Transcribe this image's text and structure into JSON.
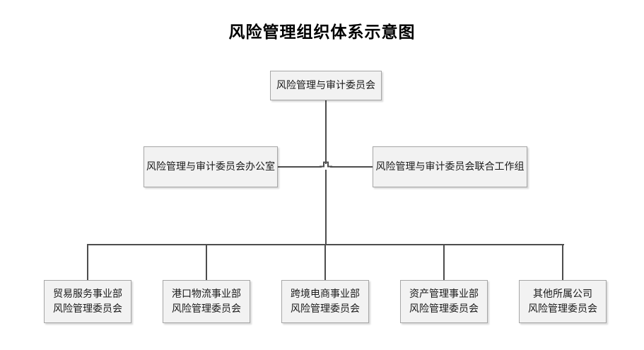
{
  "title": "风险管理组织体系示意图",
  "nodes": {
    "top": {
      "label": "风险管理与审计委员会"
    },
    "office": {
      "label": "风险管理与审计委员会办公室"
    },
    "workgroup": {
      "label": "风险管理与审计委员会联合工作组"
    }
  },
  "leaves": [
    {
      "line1": "贸易服务事业部",
      "line2": "风险管理委员会"
    },
    {
      "line1": "港口物流事业部",
      "line2": "风险管理委员会"
    },
    {
      "line1": "跨境电商事业部",
      "line2": "风险管理委员会"
    },
    {
      "line1": "资产管理事业部",
      "line2": "风险管理委员会"
    },
    {
      "line1": "其他所属公司",
      "line2": "风险管理委员会"
    }
  ],
  "colors": {
    "box_fill": "#f2f2f2",
    "box_border": "#a6a6a6",
    "connector": "#4d4d4d",
    "text": "#1a1a1a",
    "background": "#ffffff"
  },
  "chart_data": {
    "type": "diagram",
    "title": "风险管理组织体系示意图",
    "structure": "organization-tree",
    "levels": [
      {
        "level": 1,
        "nodes": [
          "风险管理与审计委员会"
        ]
      },
      {
        "level": 2,
        "nodes": [
          "风险管理与审计委员会办公室",
          "风险管理与审计委员会联合工作组"
        ]
      },
      {
        "level": 3,
        "nodes": [
          "贸易服务事业部风险管理委员会",
          "港口物流事业部风险管理委员会",
          "跨境电商事业部风险管理委员会",
          "资产管理事业部风险管理委员会",
          "其他所属公司风险管理委员会"
        ]
      }
    ],
    "edges": [
      {
        "from": "风险管理与审计委员会",
        "to": "风险管理与审计委员会办公室"
      },
      {
        "from": "风险管理与审计委员会",
        "to": "风险管理与审计委员会联合工作组"
      },
      {
        "from": "风险管理与审计委员会",
        "to": "贸易服务事业部风险管理委员会"
      },
      {
        "from": "风险管理与审计委员会",
        "to": "港口物流事业部风险管理委员会"
      },
      {
        "from": "风险管理与审计委员会",
        "to": "跨境电商事业部风险管理委员会"
      },
      {
        "from": "风险管理与审计委员会",
        "to": "资产管理事业部风险管理委员会"
      },
      {
        "from": "风险管理与审计委员会",
        "to": "其他所属公司风险管理委员会"
      }
    ]
  }
}
